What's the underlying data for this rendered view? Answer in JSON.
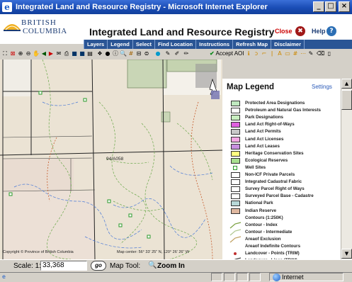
{
  "window": {
    "title": "Integrated Land and Resource Registry - Microsoft Internet Explorer",
    "minimize": "_",
    "maximize": "□",
    "close": "×"
  },
  "header": {
    "logo_line1": "BRITISH",
    "logo_line2": "COLUMBIA",
    "app_title": "Integrated Land and Resource Registry",
    "close_label": "Close",
    "close_icon": "✖",
    "help_label": "Help",
    "help_icon": "?"
  },
  "menu": {
    "items": [
      "Layers",
      "Legend",
      "Select",
      "Find Location",
      "Instructions",
      "Refresh Map",
      "Disclaimer"
    ]
  },
  "toolbar": {
    "accept_check": "✔",
    "accept_label": "Accept AOI"
  },
  "map": {
    "label": "94/A058",
    "copyright": "Copyright © Province of British Columbia",
    "coords": "Map center: 56° 33' 25\" N, 120° 26' 26\" W"
  },
  "legend": {
    "title": "Map Legend",
    "settings": "Settings",
    "items": [
      {
        "label": "Protected Area Designations",
        "kind": "swatch",
        "color": "#bfe8bf"
      },
      {
        "label": "Petroleum and Natural Gas Interests",
        "kind": "swatch",
        "color": "#ffffff"
      },
      {
        "label": "Park Designations",
        "kind": "swatch",
        "color": "#c8eec0"
      },
      {
        "label": "Land Act Right-of-Ways",
        "kind": "swatch",
        "color": "#e060e0"
      },
      {
        "label": "Land Act Permits",
        "kind": "swatch",
        "color": "#c8c8c8"
      },
      {
        "label": "Land Act Licenses",
        "kind": "swatch",
        "color": "#f4a8e4"
      },
      {
        "label": "Land Act Leases",
        "kind": "swatch",
        "color": "#c890e0"
      },
      {
        "label": "Heritage Conservation Sites",
        "kind": "swatch",
        "color": "#ffff80"
      },
      {
        "label": "Ecological Reserves",
        "kind": "swatch",
        "color": "#a8e090"
      },
      {
        "label": "Well Sites",
        "kind": "point",
        "color": "#2a9a2a"
      },
      {
        "label": "Non-ICF Private Parcels",
        "kind": "swatch",
        "color": "#ffffff"
      },
      {
        "label": "Integrated Cadastral Fabric",
        "kind": "swatch",
        "color": "#ffffff"
      },
      {
        "label": "Survey Parcel Right of Ways",
        "kind": "swatch",
        "color": "#ffffff"
      },
      {
        "label": "Surveyed Parcel Base - Cadastre",
        "kind": "swatch",
        "color": "#ffffff"
      },
      {
        "label": "National Park",
        "kind": "swatch",
        "color": "#b8d8d8"
      },
      {
        "label": "Indian Reserve",
        "kind": "swatch",
        "color": "#e0b8a0"
      },
      {
        "label": "Contours (1:250K)",
        "kind": "none",
        "color": ""
      },
      {
        "label": "Contour - Index",
        "kind": "line",
        "color": "#7aa040"
      },
      {
        "label": "Contour - Intermediate",
        "kind": "line",
        "color": "#b0c890"
      },
      {
        "label": "Areaof Exclusion",
        "kind": "line",
        "color": "#c0a060"
      },
      {
        "label": "Areaof Indefinite Contours",
        "kind": "none",
        "color": ""
      },
      {
        "label": "Landcover - Points (TRIM)",
        "kind": "dot",
        "color": "#c03030"
      },
      {
        "label": "Landcover - Lines (TRIM)",
        "kind": "line",
        "color": "#444444"
      }
    ]
  },
  "scale": {
    "label": "Scale: 1:",
    "value": "33,368",
    "go": "go",
    "tool_label": "Map Tool:",
    "tool_icon": "🔍",
    "tool_value": "Zoom In"
  },
  "status": {
    "page_icon": "e",
    "zone": "Internet"
  }
}
